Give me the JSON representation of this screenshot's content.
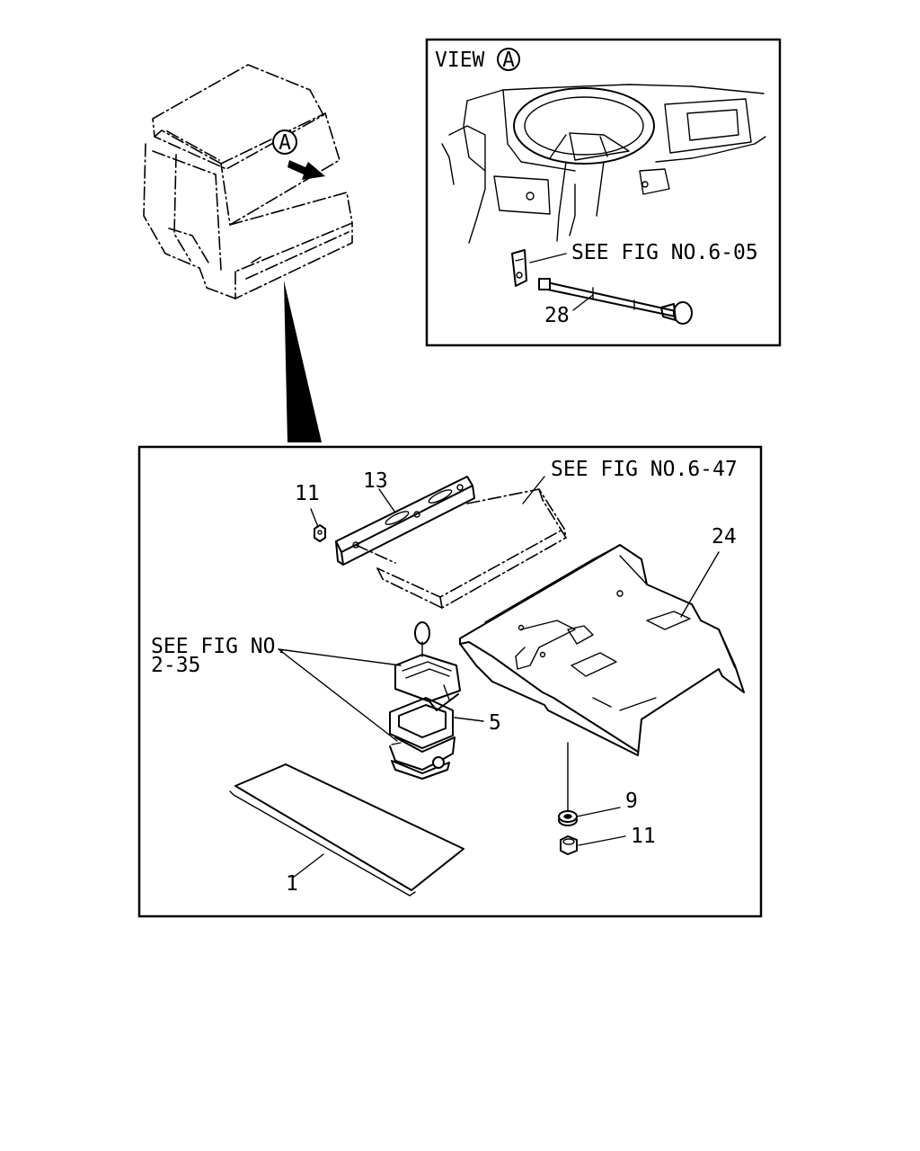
{
  "view_box": {
    "title_prefix": "VIEW",
    "title_marker": "A",
    "see_fig_label": "SEE FIG NO.6-05",
    "part_28": "28"
  },
  "cab": {
    "view_marker": "A"
  },
  "main_box": {
    "part_11_top": "11",
    "part_13": "13",
    "see_fig_647": "SEE FIG NO.6-47",
    "part_24": "24",
    "see_fig_235_line1": "SEE FIG NO.",
    "see_fig_235_line2": "2-35",
    "part_5": "5",
    "part_9": "9",
    "part_11_bottom": "11",
    "part_1": "1"
  }
}
